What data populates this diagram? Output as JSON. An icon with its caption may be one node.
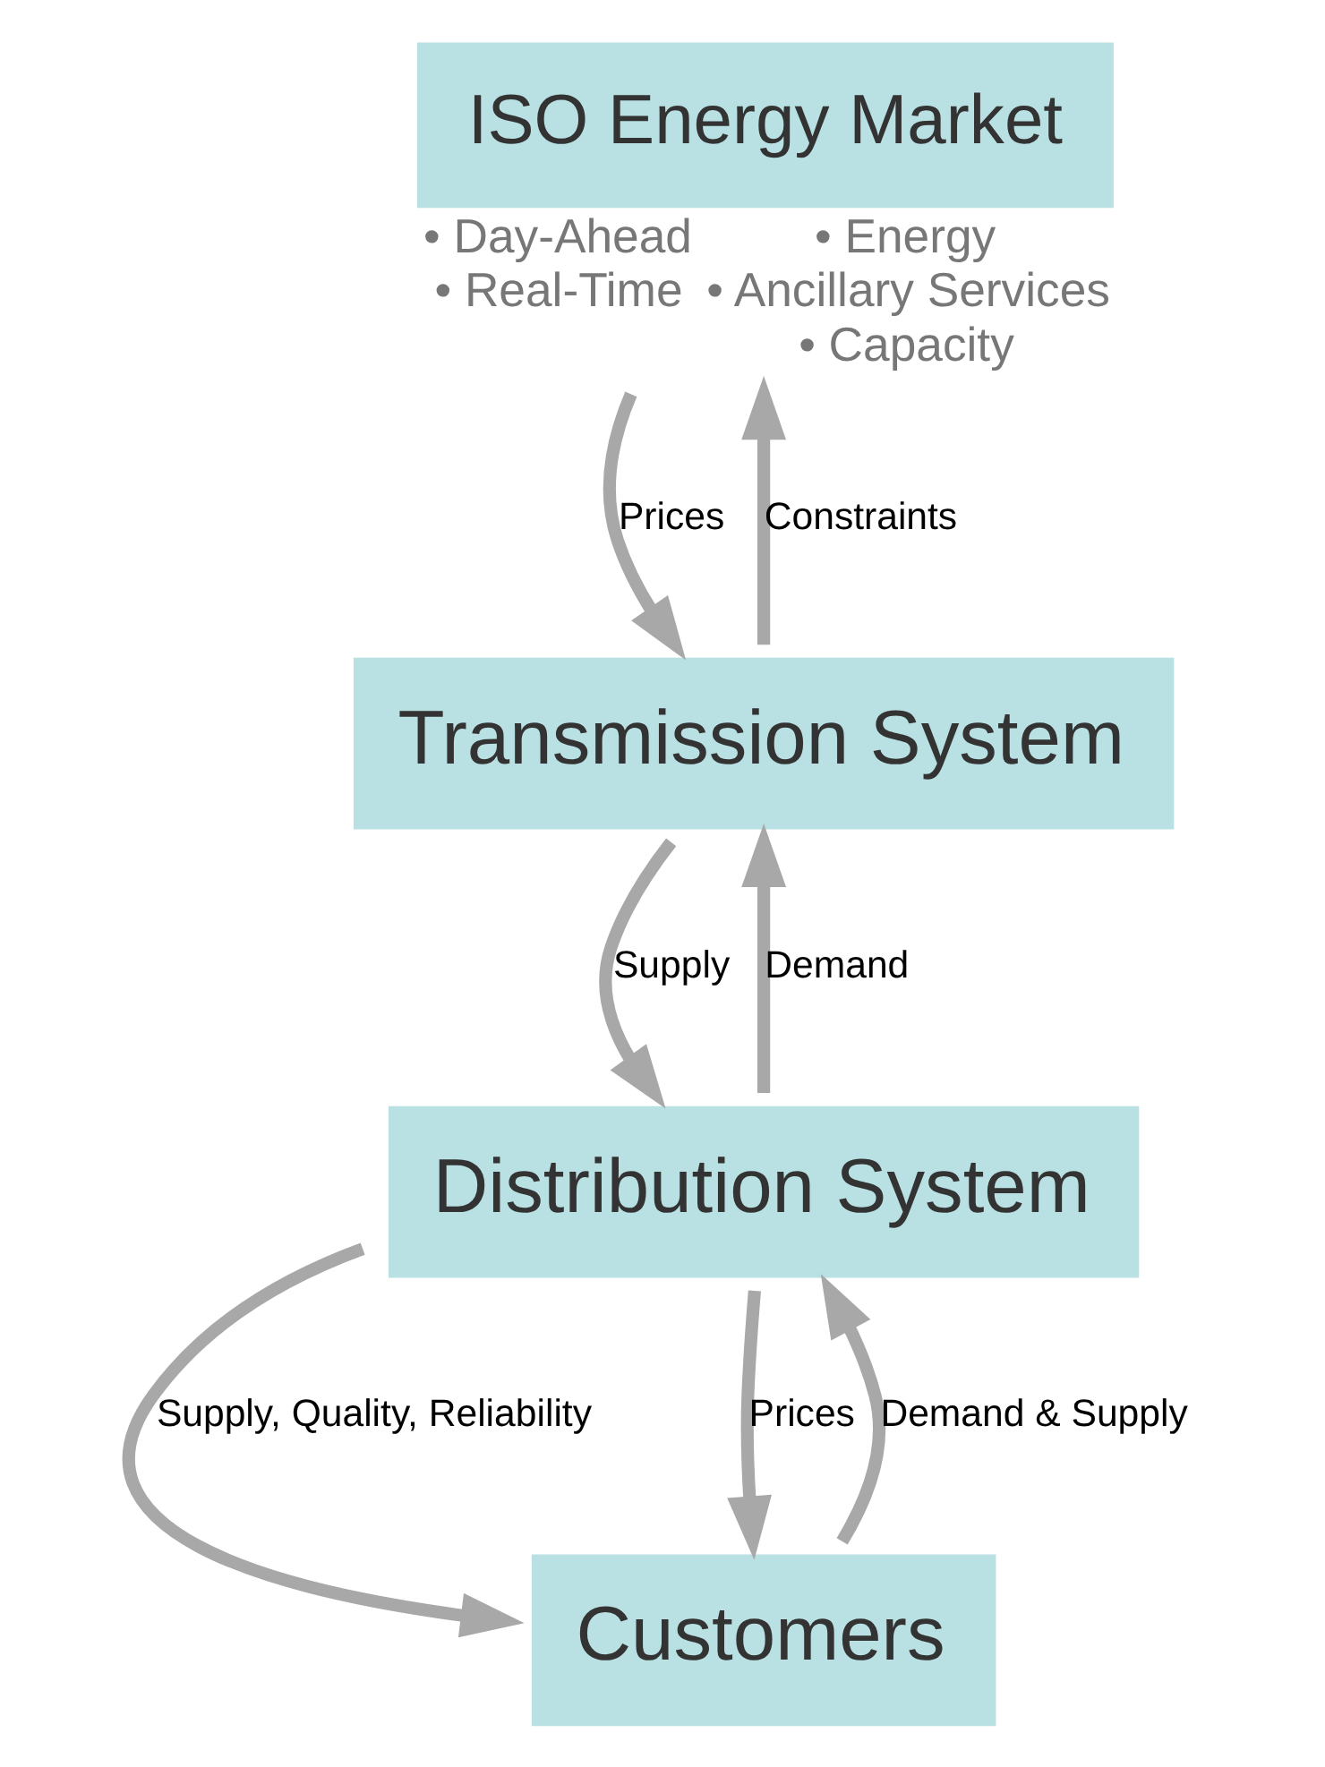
{
  "diagram": {
    "nodes": [
      {
        "text": [
          "ISO Energy Market"
        ],
        "beside": [
          "• Day-Ahead",
          "• Real-Time",
          "• Energy",
          "• Ancillary Services",
          "• Capacity"
        ]
      },
      {
        "text": [
          "Transmission System"
        ]
      },
      {
        "text": [
          "Distribution System"
        ]
      },
      {
        "text": [
          "Customers"
        ]
      }
    ],
    "edges": [
      {
        "from": 0,
        "to": 1,
        "arrow": "to",
        "label": "Prices"
      },
      {
        "from": 1,
        "to": 0,
        "arrow": "to",
        "label": "Constraints"
      },
      {
        "from": 1,
        "to": 2,
        "arrow": "to",
        "label": "Supply"
      },
      {
        "from": 2,
        "to": 1,
        "arrow": "to",
        "label": "Demand"
      },
      {
        "from": 2,
        "to": 3,
        "arrow": "to",
        "label": "Supply, Quality, Reliability"
      },
      {
        "from": 2,
        "to": 3,
        "arrow": "to",
        "label": "Prices"
      },
      {
        "from": 3,
        "to": 2,
        "arrow": "to",
        "label": "Demand & Supply"
      }
    ]
  }
}
